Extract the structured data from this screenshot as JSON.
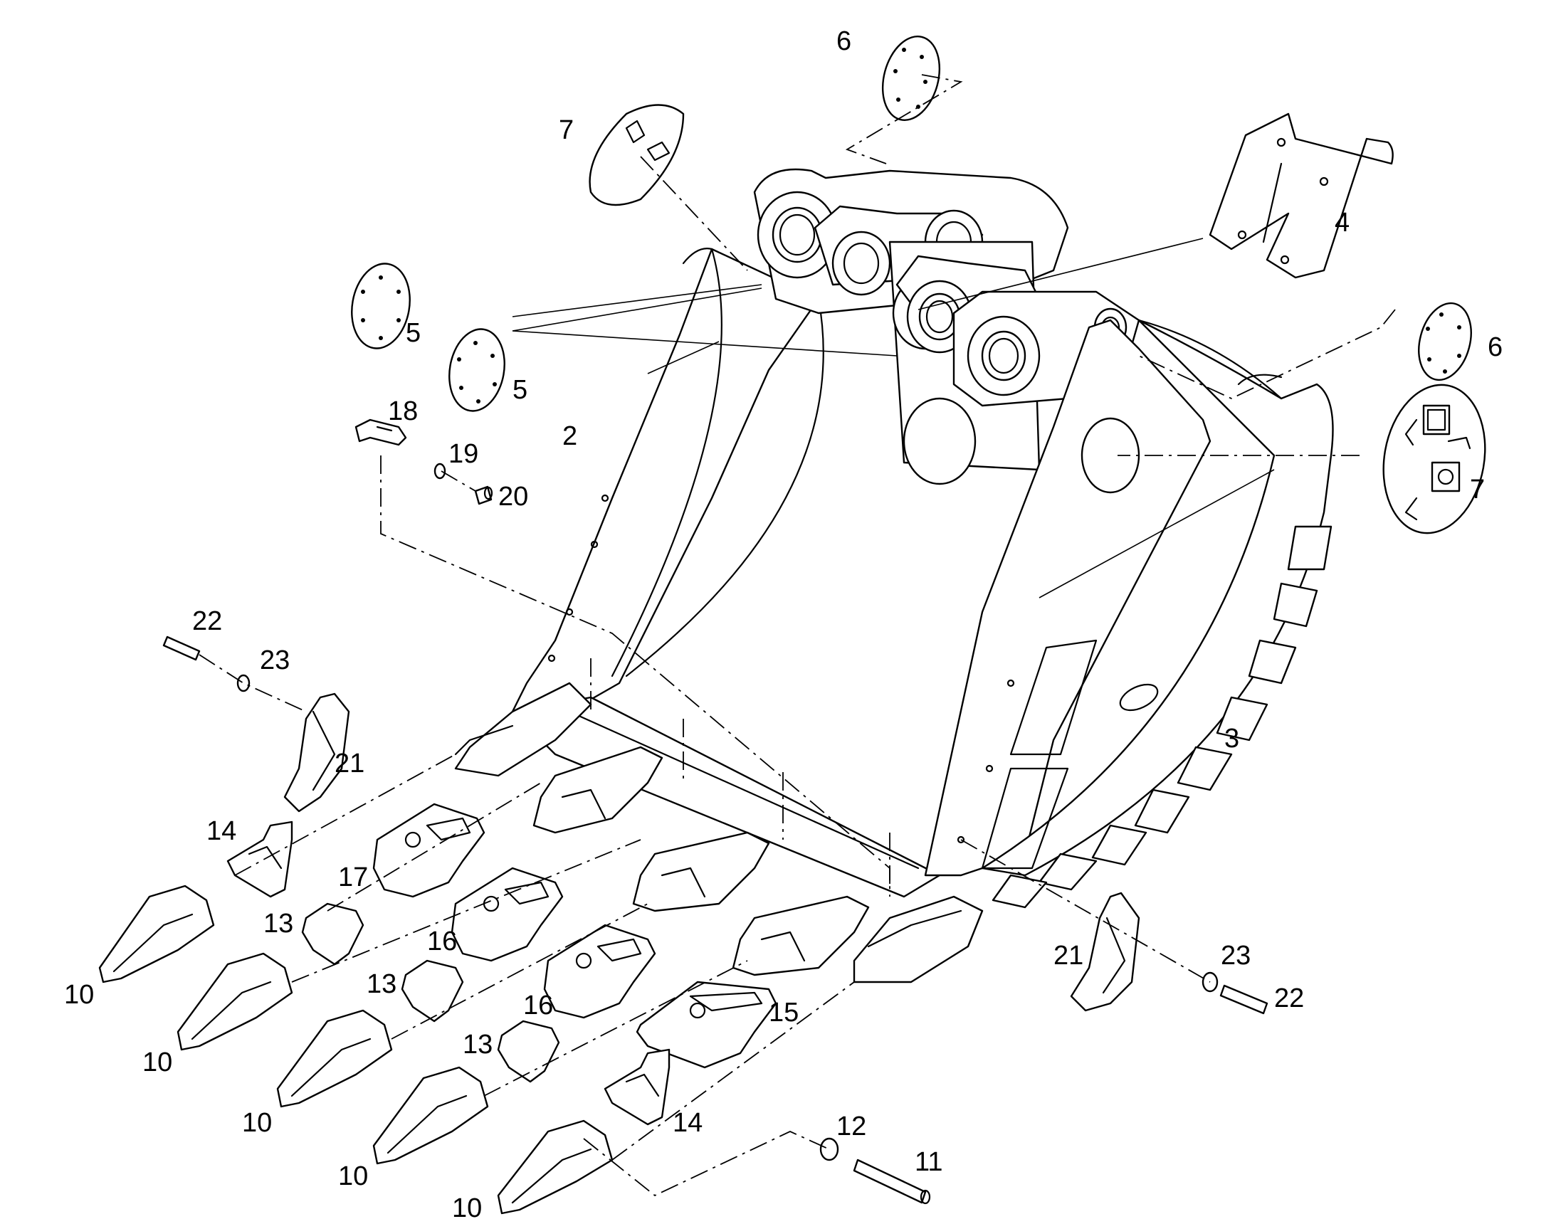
{
  "diagram": {
    "callouts": [
      "2",
      "3",
      "4",
      "5",
      "5",
      "6",
      "6",
      "7",
      "7",
      "10",
      "10",
      "10",
      "10",
      "10",
      "11",
      "12",
      "13",
      "13",
      "13",
      "14",
      "14",
      "15",
      "16",
      "16",
      "17",
      "18",
      "19",
      "20",
      "21",
      "21",
      "22",
      "22",
      "23",
      "23"
    ]
  }
}
